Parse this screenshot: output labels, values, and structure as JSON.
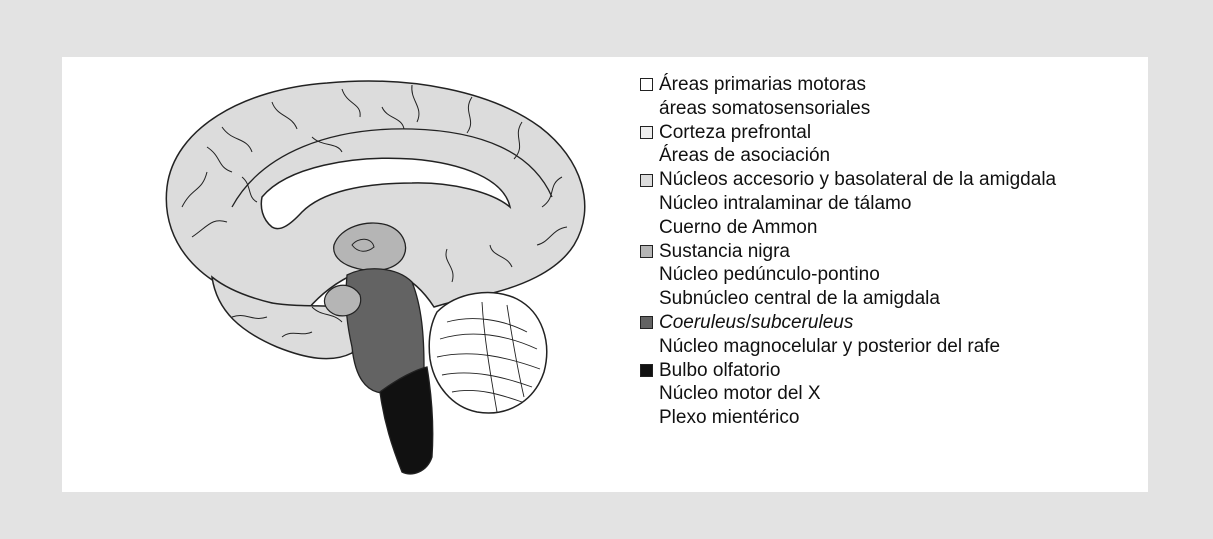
{
  "legend": [
    {
      "color": "#ffffff",
      "lines": [
        {
          "parts": [
            {
              "text": "Áreas primarias motoras"
            }
          ]
        },
        {
          "parts": [
            {
              "text": "áreas somatosensoriales"
            }
          ]
        }
      ]
    },
    {
      "color": "#eeeeee",
      "lines": [
        {
          "parts": [
            {
              "text": "Corteza prefrontal"
            }
          ]
        },
        {
          "parts": [
            {
              "text": "Áreas de asociación"
            }
          ]
        }
      ]
    },
    {
      "color": "#dcdcdc",
      "lines": [
        {
          "parts": [
            {
              "text": "Núcleos accesorio y basolateral de la amigdala"
            }
          ]
        },
        {
          "parts": [
            {
              "text": "Núcleo intralaminar de tálamo"
            }
          ]
        },
        {
          "parts": [
            {
              "text": "Cuerno de Ammon"
            }
          ]
        }
      ]
    },
    {
      "color": "#b5b5b5",
      "lines": [
        {
          "parts": [
            {
              "text": "Sustancia nigra"
            }
          ]
        },
        {
          "parts": [
            {
              "text": "Núcleo pedúnculo-pontino"
            }
          ]
        },
        {
          "parts": [
            {
              "text": "Subnúcleo central de la amigdala"
            }
          ]
        }
      ]
    },
    {
      "color": "#636363",
      "lines": [
        {
          "parts": [
            {
              "text": "Coeruleus",
              "italic": true
            },
            {
              "text": "/"
            },
            {
              "text": "subceruleus",
              "italic": true
            }
          ]
        },
        {
          "parts": [
            {
              "text": "Núcleo magnocelular y posterior del rafe"
            }
          ]
        }
      ]
    },
    {
      "color": "#111111",
      "lines": [
        {
          "parts": [
            {
              "text": "Bulbo olfatorio"
            }
          ]
        },
        {
          "parts": [
            {
              "text": "Núcleo motor del X"
            }
          ]
        },
        {
          "parts": [
            {
              "text": "Plexo mientérico"
            }
          ]
        }
      ]
    }
  ],
  "brain_colors": {
    "cortex": "#dcdcdc",
    "inner_white": "#ffffff",
    "thalamus": "#b5b5b5",
    "midbrain": "#636363",
    "medulla": "#111111",
    "outline": "#222222"
  }
}
